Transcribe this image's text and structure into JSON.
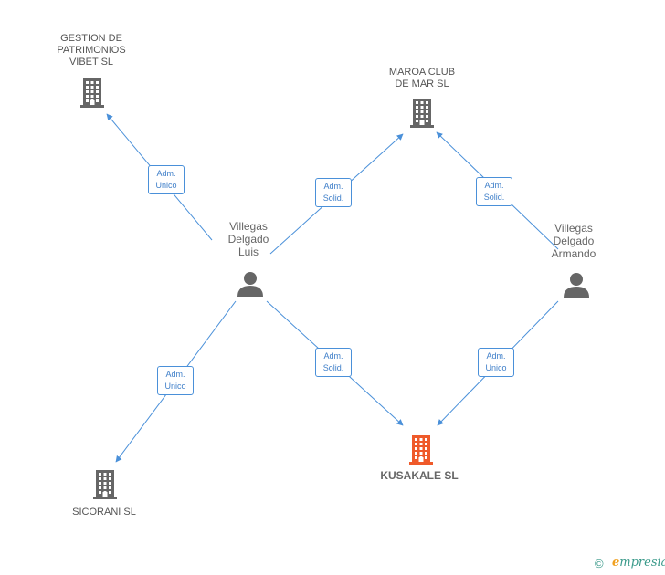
{
  "nodes": [
    {
      "id": "gestion",
      "type": "company",
      "label_lines": [
        "GESTION DE",
        "PATRIMONIOS",
        "VIBET SL"
      ],
      "color": "#666666"
    },
    {
      "id": "maroa",
      "type": "company",
      "label_lines": [
        "MAROA CLUB",
        "DE MAR SL"
      ],
      "color": "#666666"
    },
    {
      "id": "luis",
      "type": "person",
      "label_lines": [
        "Villegas",
        "Delgado",
        "Luis"
      ],
      "color": "#666666"
    },
    {
      "id": "armando",
      "type": "person",
      "label_lines": [
        "Villegas",
        "Delgado",
        "Armando"
      ],
      "color": "#666666"
    },
    {
      "id": "sicorani",
      "type": "company",
      "label_lines": [
        "SICORANI SL"
      ],
      "color": "#666666"
    },
    {
      "id": "kusakale",
      "type": "company",
      "label_lines": [
        "KUSAKALE SL"
      ],
      "color": "#ef5a2a",
      "main": true
    }
  ],
  "edges": [
    {
      "from": "luis",
      "to": "gestion",
      "label_lines": [
        "Adm.",
        "Unico"
      ]
    },
    {
      "from": "luis",
      "to": "maroa",
      "label_lines": [
        "Adm.",
        "Solid."
      ]
    },
    {
      "from": "armando",
      "to": "maroa",
      "label_lines": [
        "Adm.",
        "Solid."
      ]
    },
    {
      "from": "luis",
      "to": "sicorani",
      "label_lines": [
        "Adm.",
        "Unico"
      ]
    },
    {
      "from": "luis",
      "to": "kusakale",
      "label_lines": [
        "Adm.",
        "Solid."
      ]
    },
    {
      "from": "armando",
      "to": "kusakale",
      "label_lines": [
        "Adm.",
        "Unico"
      ]
    }
  ],
  "colors": {
    "edge": "#4a90d9",
    "icon": "#666666",
    "main": "#ef5a2a"
  },
  "footer": {
    "copyright": "©",
    "brand_first": "e",
    "brand_rest": "mpresia"
  }
}
